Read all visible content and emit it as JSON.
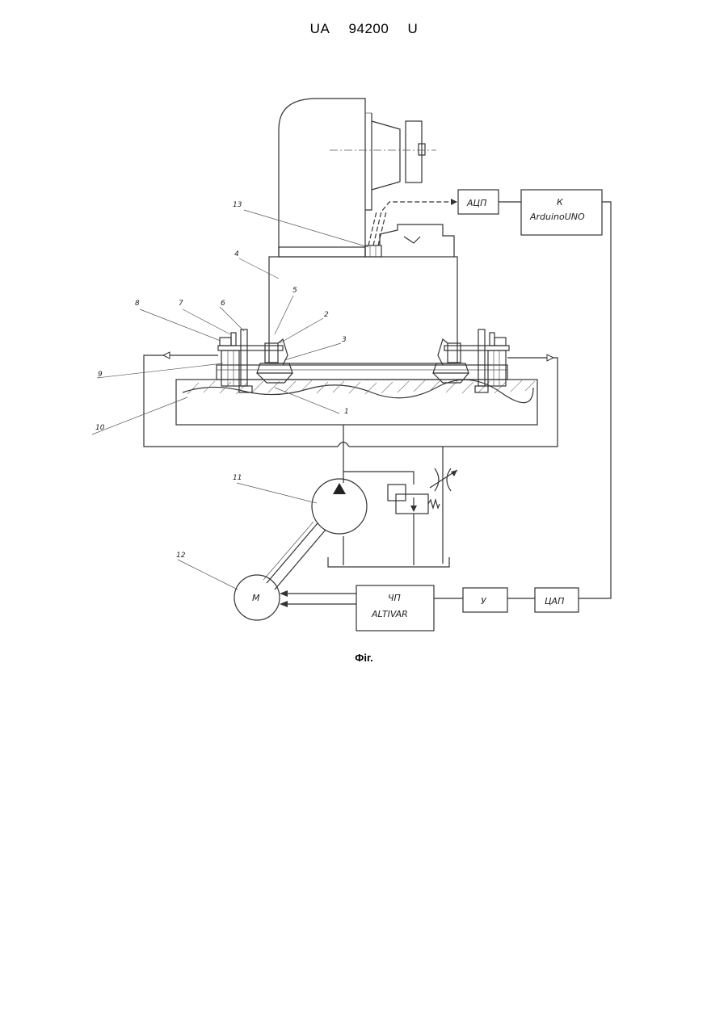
{
  "header": {
    "country": "UA",
    "number": "94200",
    "kind": "U"
  },
  "caption": "Фіг.",
  "blocks": {
    "adc": "АЦП",
    "controller_line1": "К",
    "controller_line2": "ArduinoUNO",
    "inverter_line1": "ЧП",
    "inverter_line2": "ALTIVAR",
    "amplifier": "У",
    "dac": "ЦАП",
    "motor": "М"
  },
  "part_labels": {
    "p1": "1",
    "p2": "2",
    "p3": "3",
    "p4": "4",
    "p5": "5",
    "p6": "6",
    "p7": "7",
    "p8": "8",
    "p9": "9",
    "p10": "10",
    "p11": "11",
    "p12": "12",
    "p13": "13"
  }
}
